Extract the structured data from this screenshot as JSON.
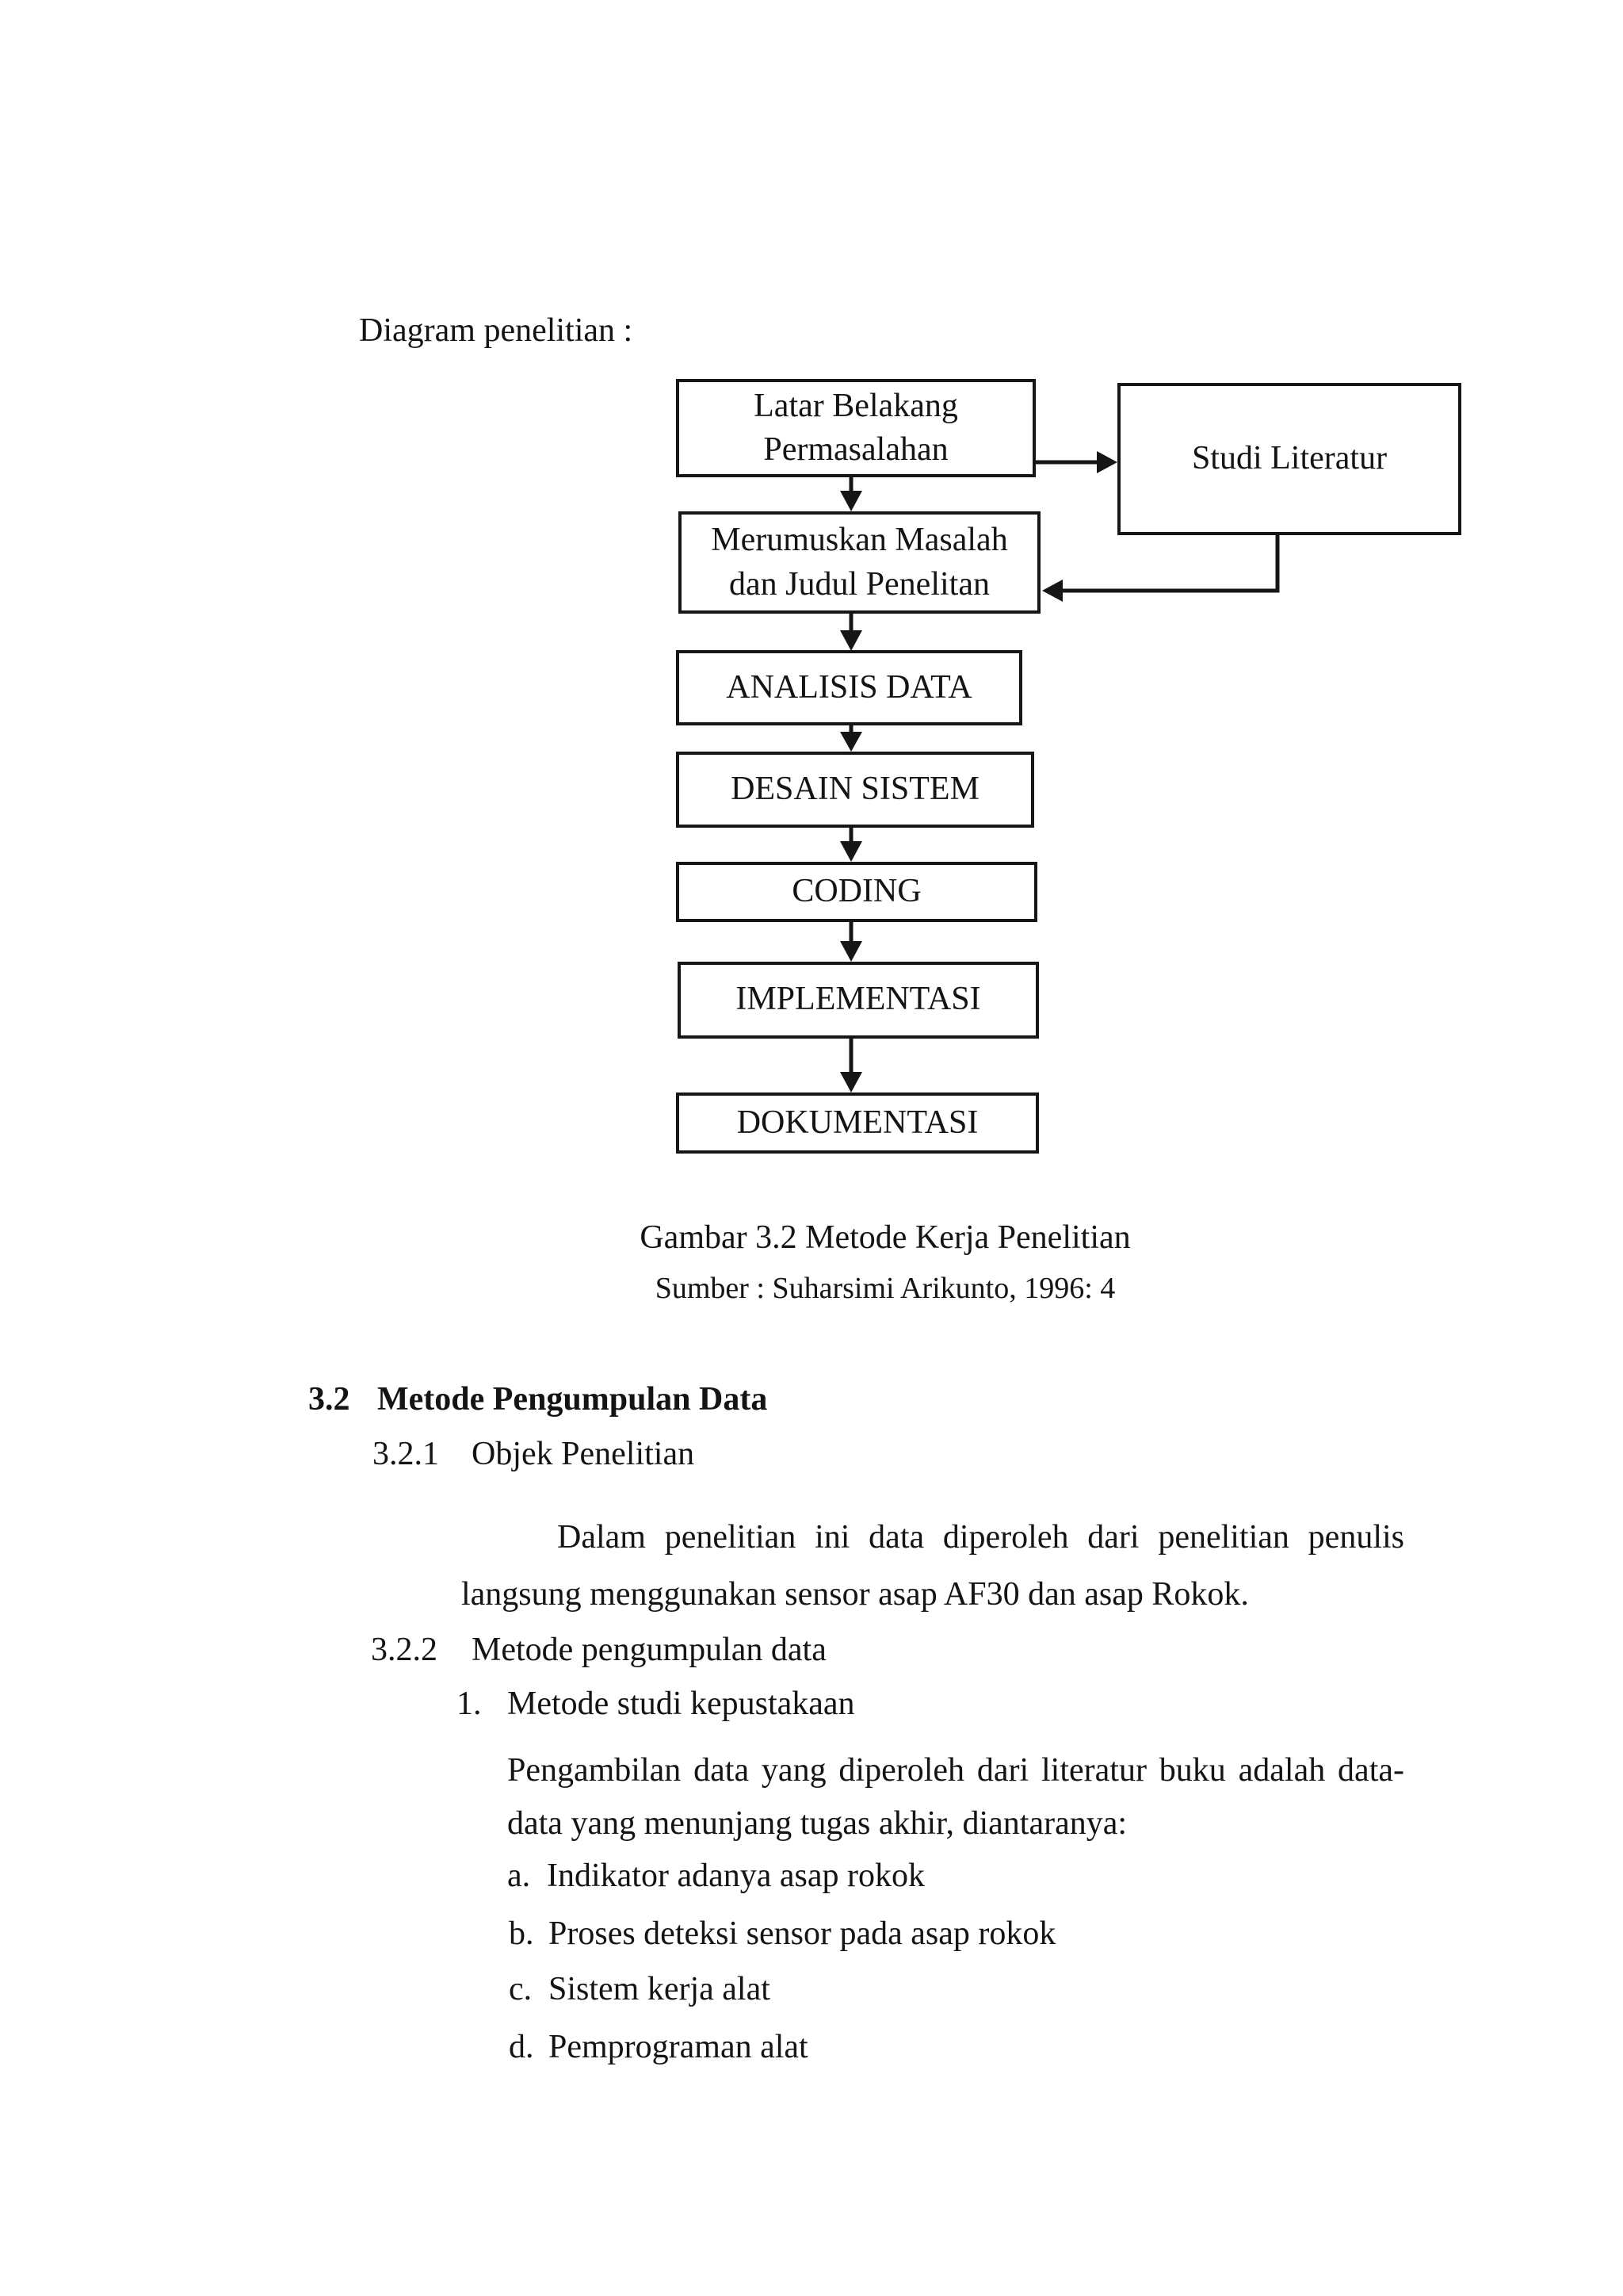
{
  "doc": {
    "intro_label": "Diagram penelitian :",
    "flowchart": {
      "nodes": {
        "latar": "Latar Belakang Permasalahan",
        "studi": "Studi Literatur",
        "merumuskan": "Merumuskan Masalah dan Judul Penelitan",
        "analisis": "ANALISIS DATA",
        "desain": "DESAIN SISTEM",
        "coding": "CODING",
        "implementasi": "IMPLEMENTASI",
        "dokumentasi": "DOKUMENTASI"
      },
      "edges": [
        {
          "from": "latar",
          "to": "studi",
          "direction": "right"
        },
        {
          "from": "studi",
          "to": "merumuskan",
          "direction": "down-left-return"
        },
        {
          "from": "latar",
          "to": "merumuskan",
          "direction": "down"
        },
        {
          "from": "merumuskan",
          "to": "analisis",
          "direction": "down"
        },
        {
          "from": "analisis",
          "to": "desain",
          "direction": "down"
        },
        {
          "from": "desain",
          "to": "coding",
          "direction": "down"
        },
        {
          "from": "coding",
          "to": "implementasi",
          "direction": "down"
        },
        {
          "from": "implementasi",
          "to": "dokumentasi",
          "direction": "down"
        }
      ]
    },
    "caption": {
      "title": "Gambar 3.2 Metode Kerja Penelitian",
      "source": "Sumber : Suharsimi Arikunto, 1996: 4"
    },
    "section": {
      "number": "3.2",
      "title": "Metode Pengumpulan Data"
    },
    "sub1": {
      "number": "3.2.1",
      "title": "Objek Penelitian"
    },
    "para1": {
      "line1": "Dalam penelitian ini data diperoleh dari penelitian penulis",
      "line2": "langsung menggunakan sensor asap AF30 dan asap Rokok."
    },
    "sub2": {
      "number": "3.2.2",
      "title": "Metode pengumpulan data"
    },
    "item1": {
      "number": "1.",
      "title": "Metode studi kepustakaan"
    },
    "para2": {
      "line1": "Pengambilan data yang diperoleh dari literatur buku adalah data-",
      "line2": "data yang menunjang tugas akhir, diantaranya:"
    },
    "sublist": [
      {
        "letter": "a.",
        "text": "Indikator adanya asap rokok"
      },
      {
        "letter": "b.",
        "text": "Proses deteksi sensor pada asap rokok"
      },
      {
        "letter": "c.",
        "text": "Sistem kerja alat"
      },
      {
        "letter": "d.",
        "text": "Pemprograman alat"
      }
    ],
    "colors": {
      "ink": "#161616",
      "paper": "#ffffff"
    }
  }
}
